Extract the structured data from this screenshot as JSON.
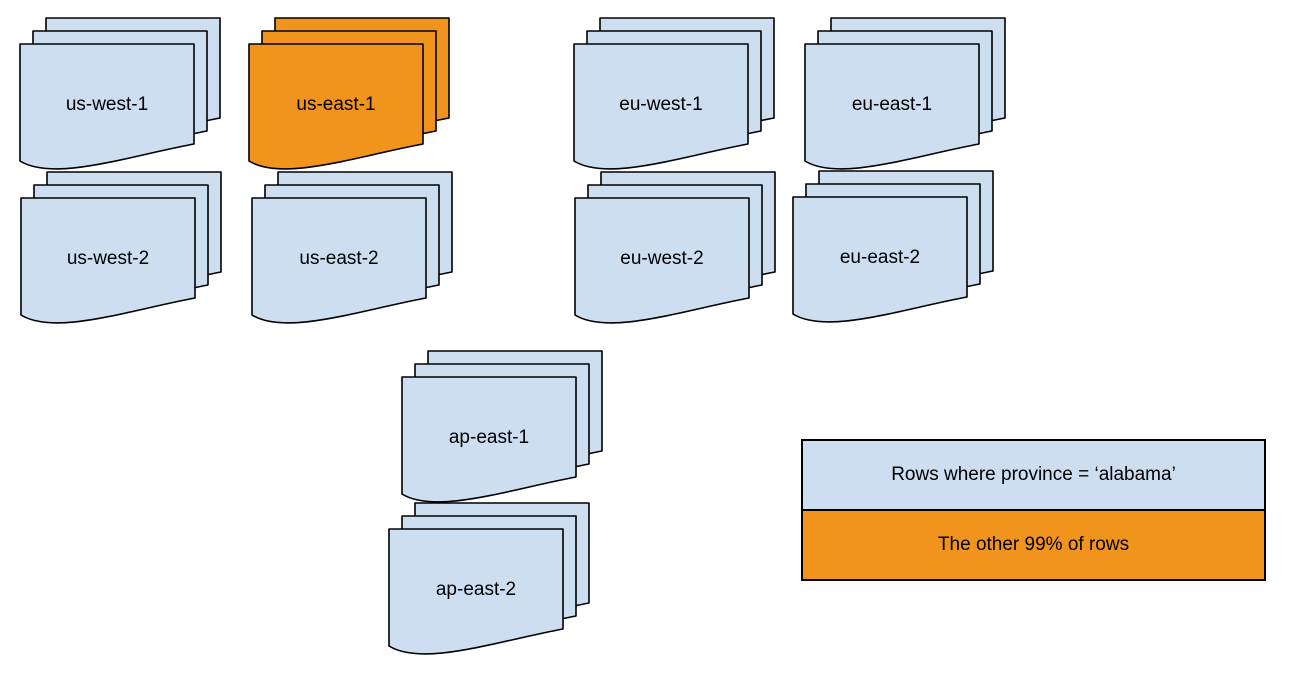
{
  "colors": {
    "document_blue": "#CDDEF1",
    "document_orange": "#F0941E",
    "outline": "#000000",
    "text": "#000000",
    "background": "#ffffff"
  },
  "stacks": [
    {
      "label": "us-west-1",
      "color": "#CDDEF1"
    },
    {
      "label": "us-east-1",
      "color": "#F0941E"
    },
    {
      "label": "eu-west-1",
      "color": "#CDDEF1"
    },
    {
      "label": "eu-east-1",
      "color": "#CDDEF1"
    },
    {
      "label": "us-west-2",
      "color": "#CDDEF1"
    },
    {
      "label": "us-east-2",
      "color": "#CDDEF1"
    },
    {
      "label": "eu-west-2",
      "color": "#CDDEF1"
    },
    {
      "label": "eu-east-2",
      "color": "#CDDEF1"
    },
    {
      "label": "ap-east-1",
      "color": "#CDDEF1"
    },
    {
      "label": "ap-east-2",
      "color": "#CDDEF1"
    }
  ],
  "legend": {
    "items": [
      {
        "label": "Rows where province = ‘alabama’",
        "color": "#CDDEF1"
      },
      {
        "label": "The other 99% of rows",
        "color": "#F0941E"
      }
    ]
  }
}
